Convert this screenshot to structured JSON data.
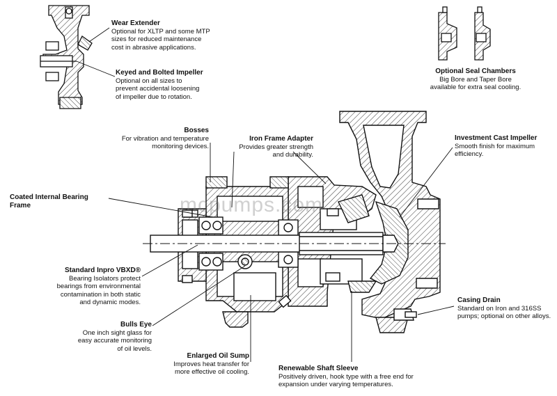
{
  "watermark": "mcpumps.com",
  "callouts": {
    "wear_extender": {
      "title": "Wear Extender",
      "lines": [
        "Optional for XLTP and some MTP",
        "sizes for reduced maintenance",
        "cost in abrasive applications."
      ]
    },
    "keyed_impeller": {
      "title": "Keyed and Bolted Impeller",
      "lines": [
        "Optional on all sizes to",
        "prevent accidental loosening",
        "of impeller due to rotation."
      ]
    },
    "seal_chambers": {
      "title": "Optional Seal Chambers",
      "lines": [
        "Big Bore and Taper Bore",
        "available for extra seal cooling."
      ]
    },
    "bosses": {
      "title": "Bosses",
      "lines": [
        "For vibration and temperature",
        "monitoring devices."
      ]
    },
    "iron_frame": {
      "title": "Iron Frame Adapter",
      "lines": [
        "Provides greater strength",
        "and durability."
      ]
    },
    "investment_impeller": {
      "title": "Investment Cast Impeller",
      "lines": [
        "Smooth finish for maximum",
        "efficiency."
      ]
    },
    "coated_frame": {
      "title": "Coated Internal Bearing Frame",
      "lines": []
    },
    "inpro": {
      "title": "Standard Inpro VBXD®",
      "lines": [
        "Bearing Isolators protect",
        "bearings from environmental",
        "contamination in both static",
        "and dynamic modes."
      ]
    },
    "bulls_eye": {
      "title": "Bulls Eye",
      "lines": [
        "One inch sight glass for",
        "easy accurate monitoring",
        "of oil levels."
      ]
    },
    "oil_sump": {
      "title": "Enlarged Oil Sump",
      "lines": [
        "Improves heat transfer for",
        "more effective oil cooling."
      ]
    },
    "shaft_sleeve": {
      "title": "Renewable Shaft Sleeve",
      "lines": [
        "Positively driven, hook type with a free end for",
        "expansion under varying temperatures."
      ]
    },
    "casing_drain": {
      "title": "Casing Drain",
      "lines": [
        "Standard on Iron and 316SS",
        "pumps; optional on other alloys."
      ]
    }
  }
}
